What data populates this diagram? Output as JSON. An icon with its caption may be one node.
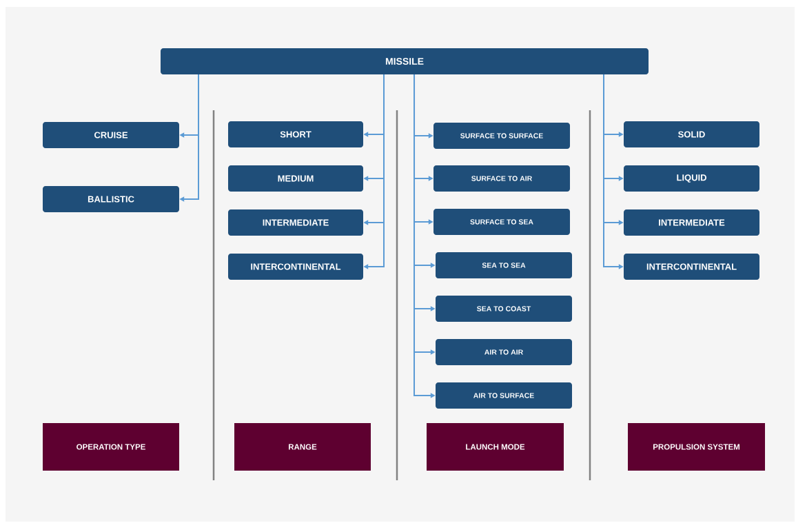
{
  "diagram": {
    "nodes": [
      {
        "text": [
          "MISSILE"
        ]
      },
      {
        "text": [
          "CRUISE"
        ]
      },
      {
        "text": [
          "BALLISTIC"
        ]
      },
      {
        "text": [
          "SHORT"
        ]
      },
      {
        "text": [
          "MEDIUM"
        ]
      },
      {
        "text": [
          "INTERMEDIATE"
        ]
      },
      {
        "text": [
          "INTERCONTINENTAL"
        ]
      },
      {
        "text": [
          "SURFACE TO SURFACE"
        ]
      },
      {
        "text": [
          "SURFACE TO AIR"
        ]
      },
      {
        "text": [
          "SURFACE TO SEA"
        ]
      },
      {
        "text": [
          "SEA TO SEA"
        ]
      },
      {
        "text": [
          "SEA TO COAST"
        ]
      },
      {
        "text": [
          "AIR TO AIR"
        ]
      },
      {
        "text": [
          "AIR TO SURFACE"
        ]
      },
      {
        "text": [
          "SOLID"
        ]
      },
      {
        "text": [
          "LIQUID"
        ]
      },
      {
        "text": [
          "INTERMEDIATE"
        ]
      },
      {
        "text": [
          "INTERCONTINENTAL"
        ]
      },
      {
        "text": [
          "OPERATION TYPE"
        ]
      },
      {
        "text": [
          "RANGE"
        ]
      },
      {
        "text": [
          "LAUNCH MODE"
        ]
      },
      {
        "text": [
          "PROPULSION SYSTEM"
        ]
      }
    ],
    "edges": [
      {
        "from": 0,
        "to": 1,
        "arrow": "to"
      },
      {
        "from": 0,
        "to": 2,
        "arrow": "to"
      },
      {
        "from": 0,
        "to": 3,
        "arrow": "to"
      },
      {
        "from": 0,
        "to": 4,
        "arrow": "to"
      },
      {
        "from": 0,
        "to": 5,
        "arrow": "to"
      },
      {
        "from": 0,
        "to": 6,
        "arrow": "to"
      },
      {
        "from": 0,
        "to": 7,
        "arrow": "to"
      },
      {
        "from": 0,
        "to": 8,
        "arrow": "to"
      },
      {
        "from": 0,
        "to": 9,
        "arrow": "to"
      },
      {
        "from": 0,
        "to": 10,
        "arrow": "to"
      },
      {
        "from": 0,
        "to": 11,
        "arrow": "to"
      },
      {
        "from": 0,
        "to": 12,
        "arrow": "to"
      },
      {
        "from": 0,
        "to": 13,
        "arrow": "to"
      },
      {
        "from": 0,
        "to": 14,
        "arrow": "to"
      },
      {
        "from": 0,
        "to": 15,
        "arrow": "to"
      },
      {
        "from": 0,
        "to": 16,
        "arrow": "to"
      },
      {
        "from": 0,
        "to": 17,
        "arrow": "to"
      }
    ]
  }
}
